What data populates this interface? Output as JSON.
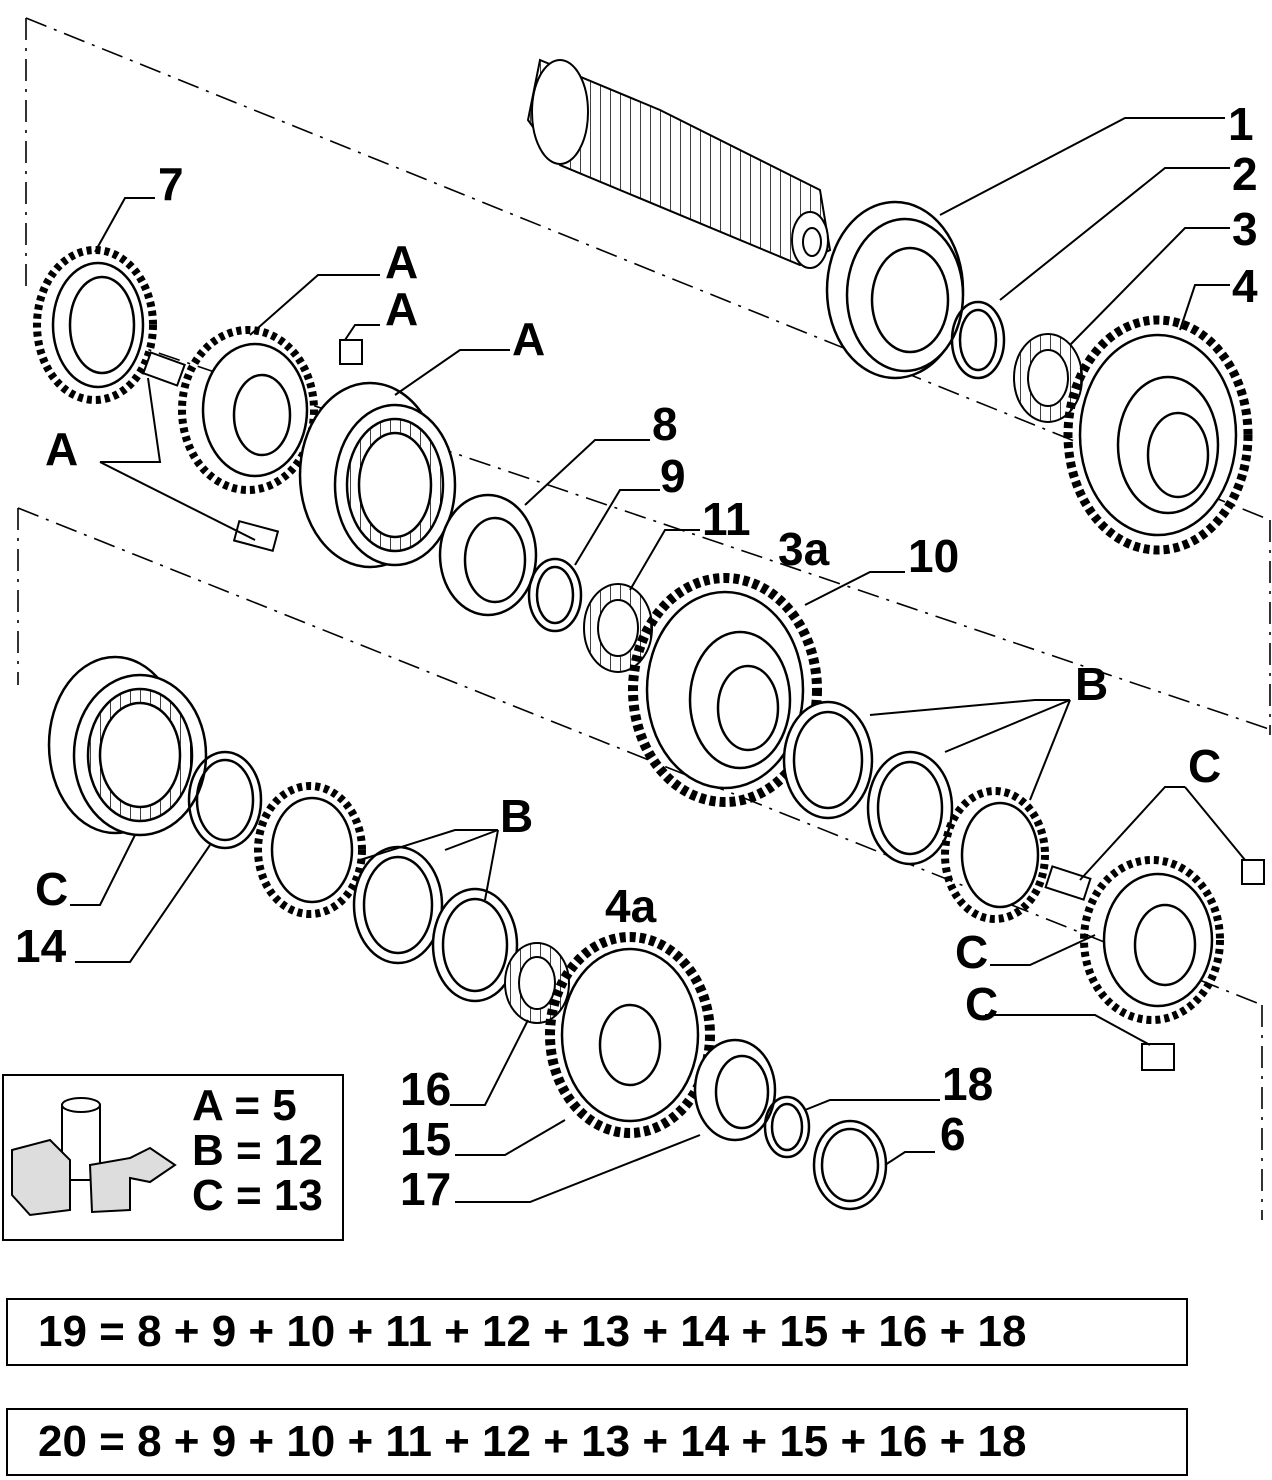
{
  "callouts": {
    "n1": "1",
    "n2": "2",
    "n3": "3",
    "n4": "4",
    "n7": "7",
    "n8": "8",
    "n9": "9",
    "n10": "10",
    "n11": "11",
    "n14": "14",
    "n15": "15",
    "n16": "16",
    "n17": "17",
    "n18": "18",
    "n6": "6",
    "n3a": "3a",
    "n4a": "4a",
    "A": "A",
    "B": "B",
    "C": "C"
  },
  "legend": {
    "a": "A = 5",
    "b": "B = 12",
    "c": "C = 13",
    "kit_icon": "fiat-parts-kit-icon"
  },
  "formulas": {
    "f19": "19 = 8 + 9 + 10 + 11 + 12 + 13 + 14 + 15 + 16 + 18",
    "f20": "20 = 8 + 9 + 10 + 11 + 12 + 13 + 14 + 15 + 16 + 18"
  }
}
